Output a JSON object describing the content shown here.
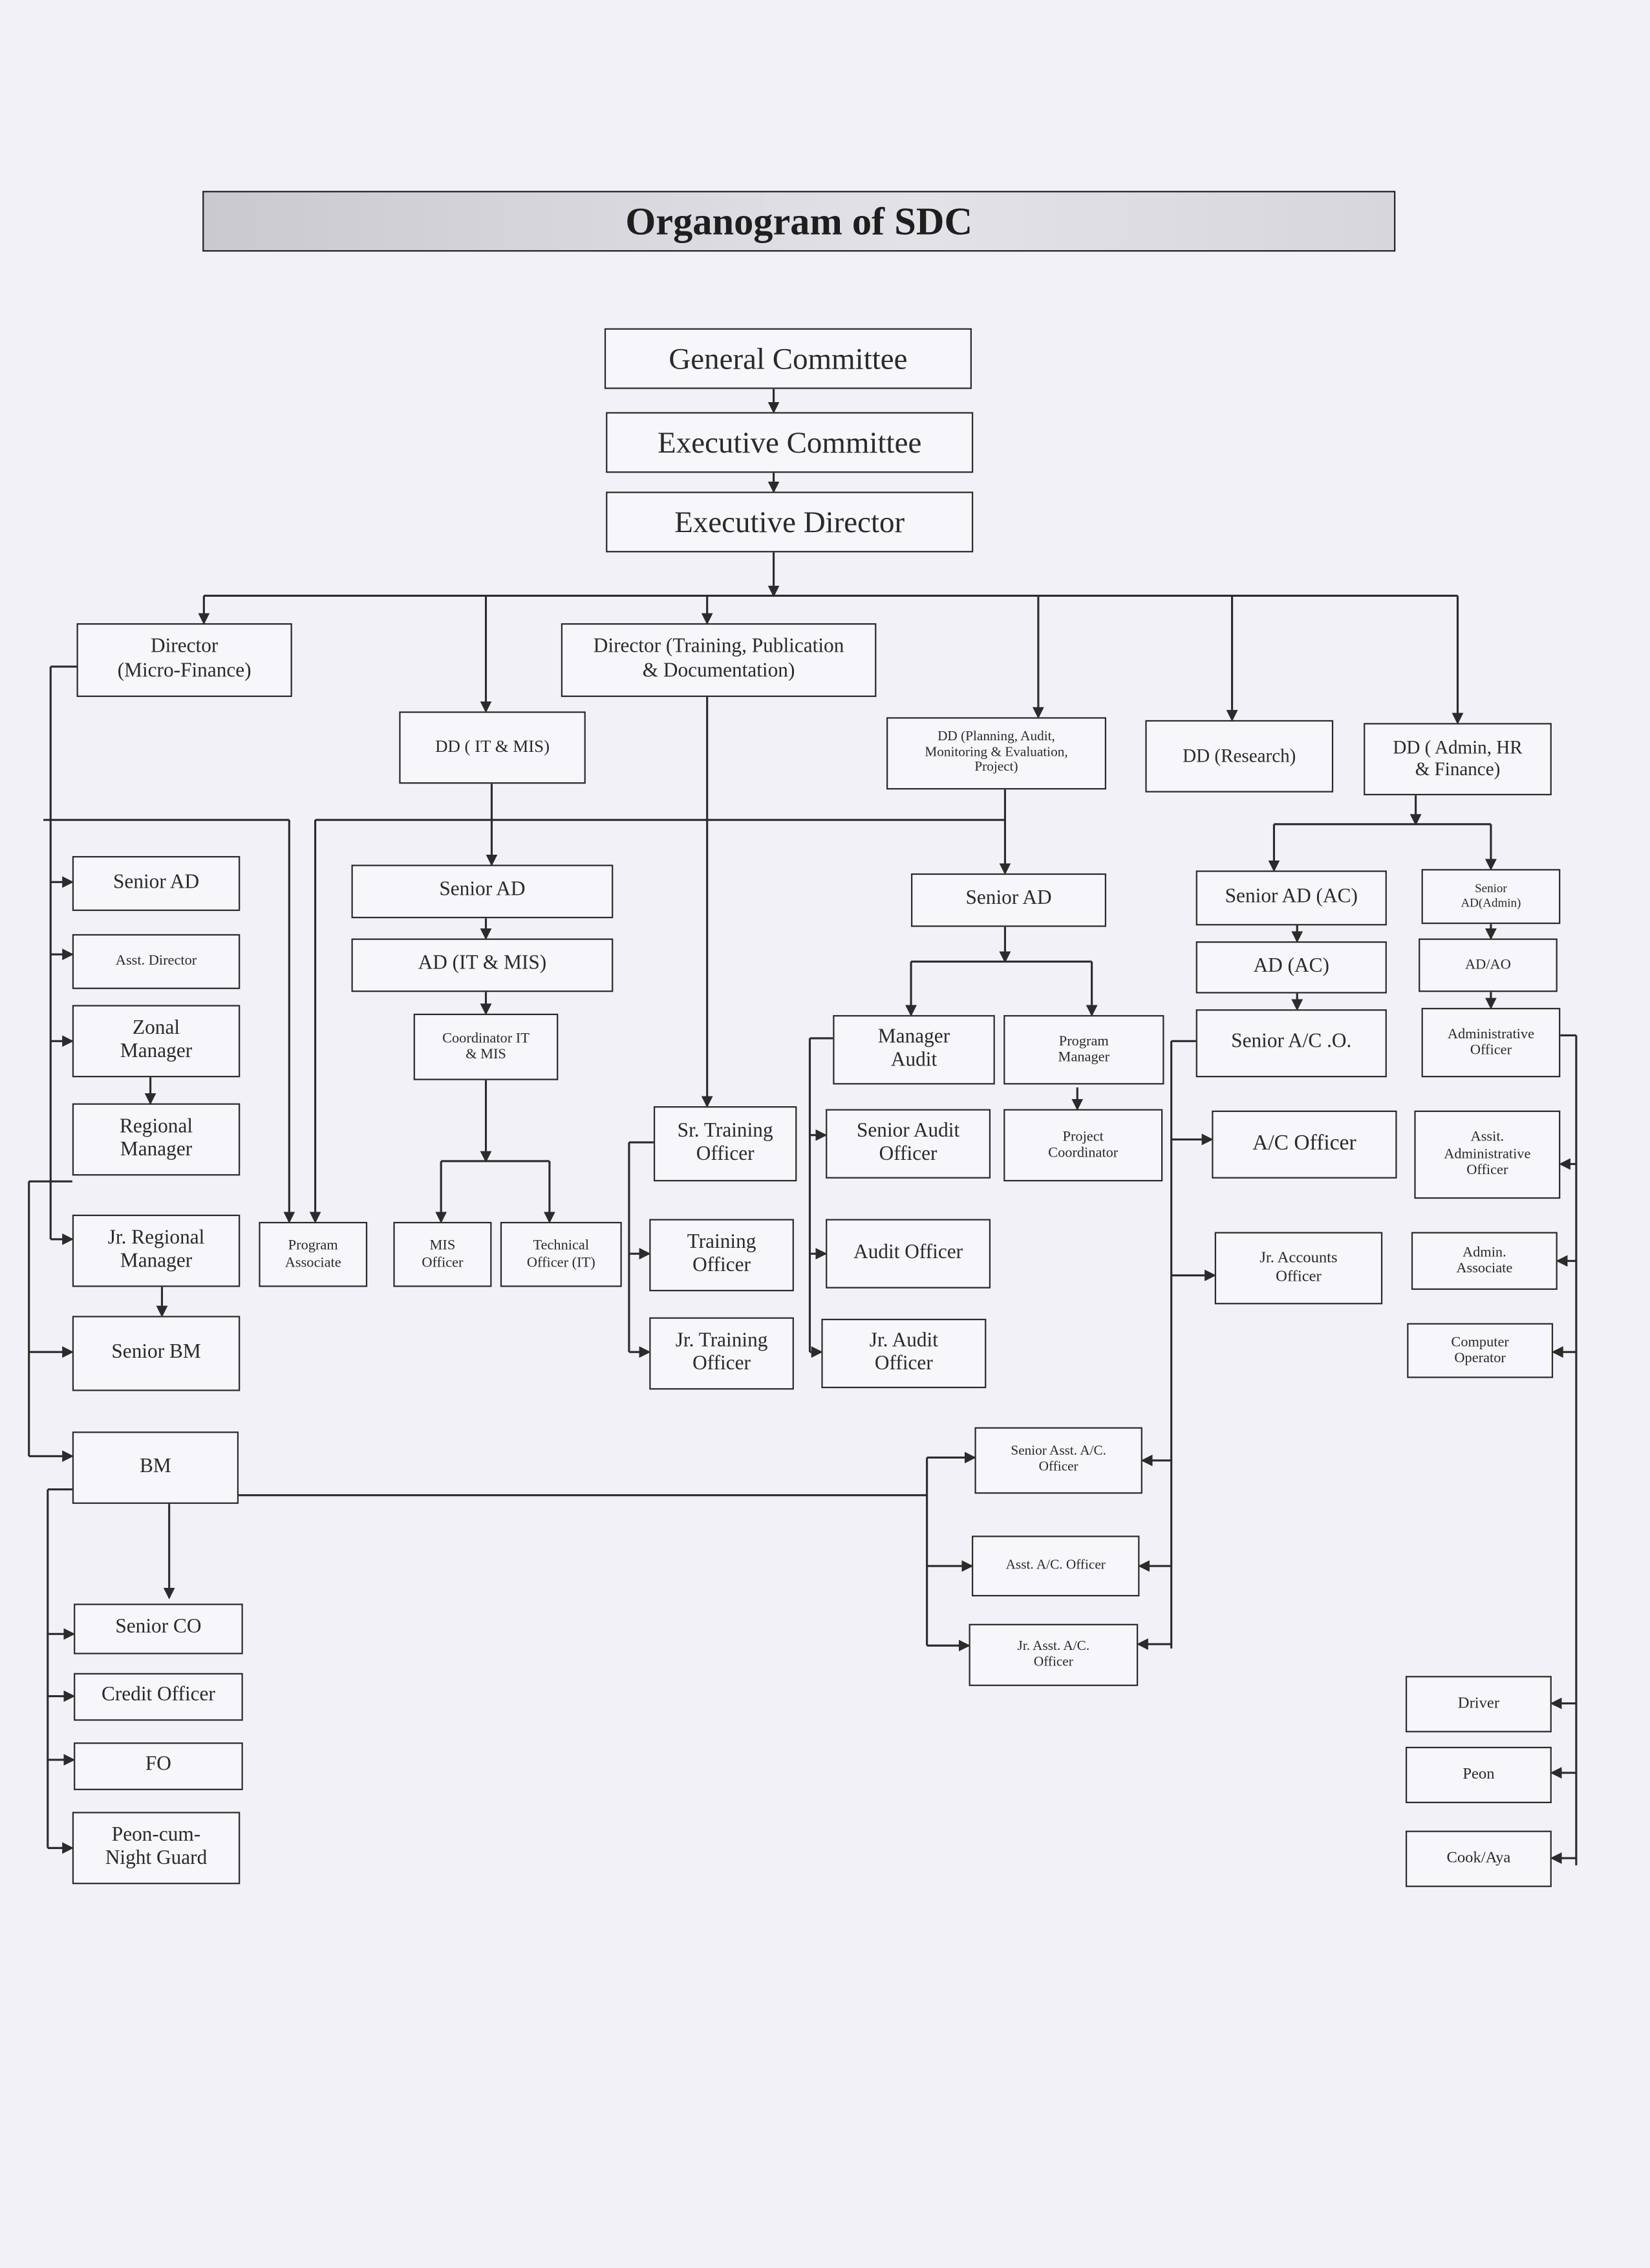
{
  "title": "Organogram of SDC",
  "nodes": {
    "general": "General Committee",
    "exec_committee": "Executive Committee",
    "exec_director": "Executive Director",
    "dir_mf": "Director\n(Micro-Finance)",
    "dir_tpd": "Director (Training, Publication\n& Documentation)",
    "dd_it": "DD ( IT & MIS)",
    "dd_pame": "DD (Planning, Audit,\nMonitoring & Evaluation,\nProject)",
    "dd_research": "DD (Research)",
    "dd_admin": "DD ( Admin, HR\n& Finance)",
    "mf_senior_ad": "Senior AD",
    "asst_dir": "Asst. Director",
    "zonal": "Zonal\nManager",
    "regional": "Regional\nManager",
    "jr_regional": "Jr. Regional\nManager",
    "senior_bm": "Senior BM",
    "bm": "BM",
    "senior_co": "Senior CO",
    "credit": "Credit Officer",
    "fo": "FO",
    "peon_ng": "Peon-cum-\nNight Guard",
    "program_assoc": "Program\nAssociate",
    "it_senior_ad": "Senior AD",
    "ad_it": "AD (IT & MIS)",
    "coord_it": "Coordinator IT\n& MIS",
    "mis": "MIS\nOfficer",
    "tech": "Technical\nOfficer (IT)",
    "sr_training": "Sr. Training\nOfficer",
    "training": "Training\nOfficer",
    "jr_training": "Jr. Training\nOfficer",
    "pame_senior_ad": "Senior AD",
    "mgr_audit": "Manager\nAudit",
    "program_mgr": "Program\nManager",
    "sr_audit": "Senior  Audit\nOfficer",
    "audit_officer": "Audit Officer",
    "jr_audit": "Jr. Audit\nOfficer",
    "project_coord": "Project\nCoordinator",
    "senior_ad_ac": "Senior AD (AC)",
    "ad_ac": "AD (AC)",
    "senior_aco": "Senior A/C .O.",
    "ac_officer": "A/C Officer",
    "jr_accounts": "Jr. Accounts\nOfficer",
    "sr_asst_ac": "Senior Asst. A/C.\nOfficer",
    "asst_ac": "Asst. A/C. Officer",
    "jr_asst_ac": "Jr.  Asst. A/C.\nOfficer",
    "senior_ad_admin": "Senior\nAD(Admin)",
    "ad_ao": "AD/AO",
    "admin_officer": "Administrative\nOfficer",
    "assit_ao": "Assit.\nAdministrative\nOfficer",
    "admin_assoc": "Admin.\nAssociate",
    "comp_op": "Computer\nOperator",
    "driver": "Driver",
    "peon": "Peon",
    "cook": "Cook/Aya"
  }
}
